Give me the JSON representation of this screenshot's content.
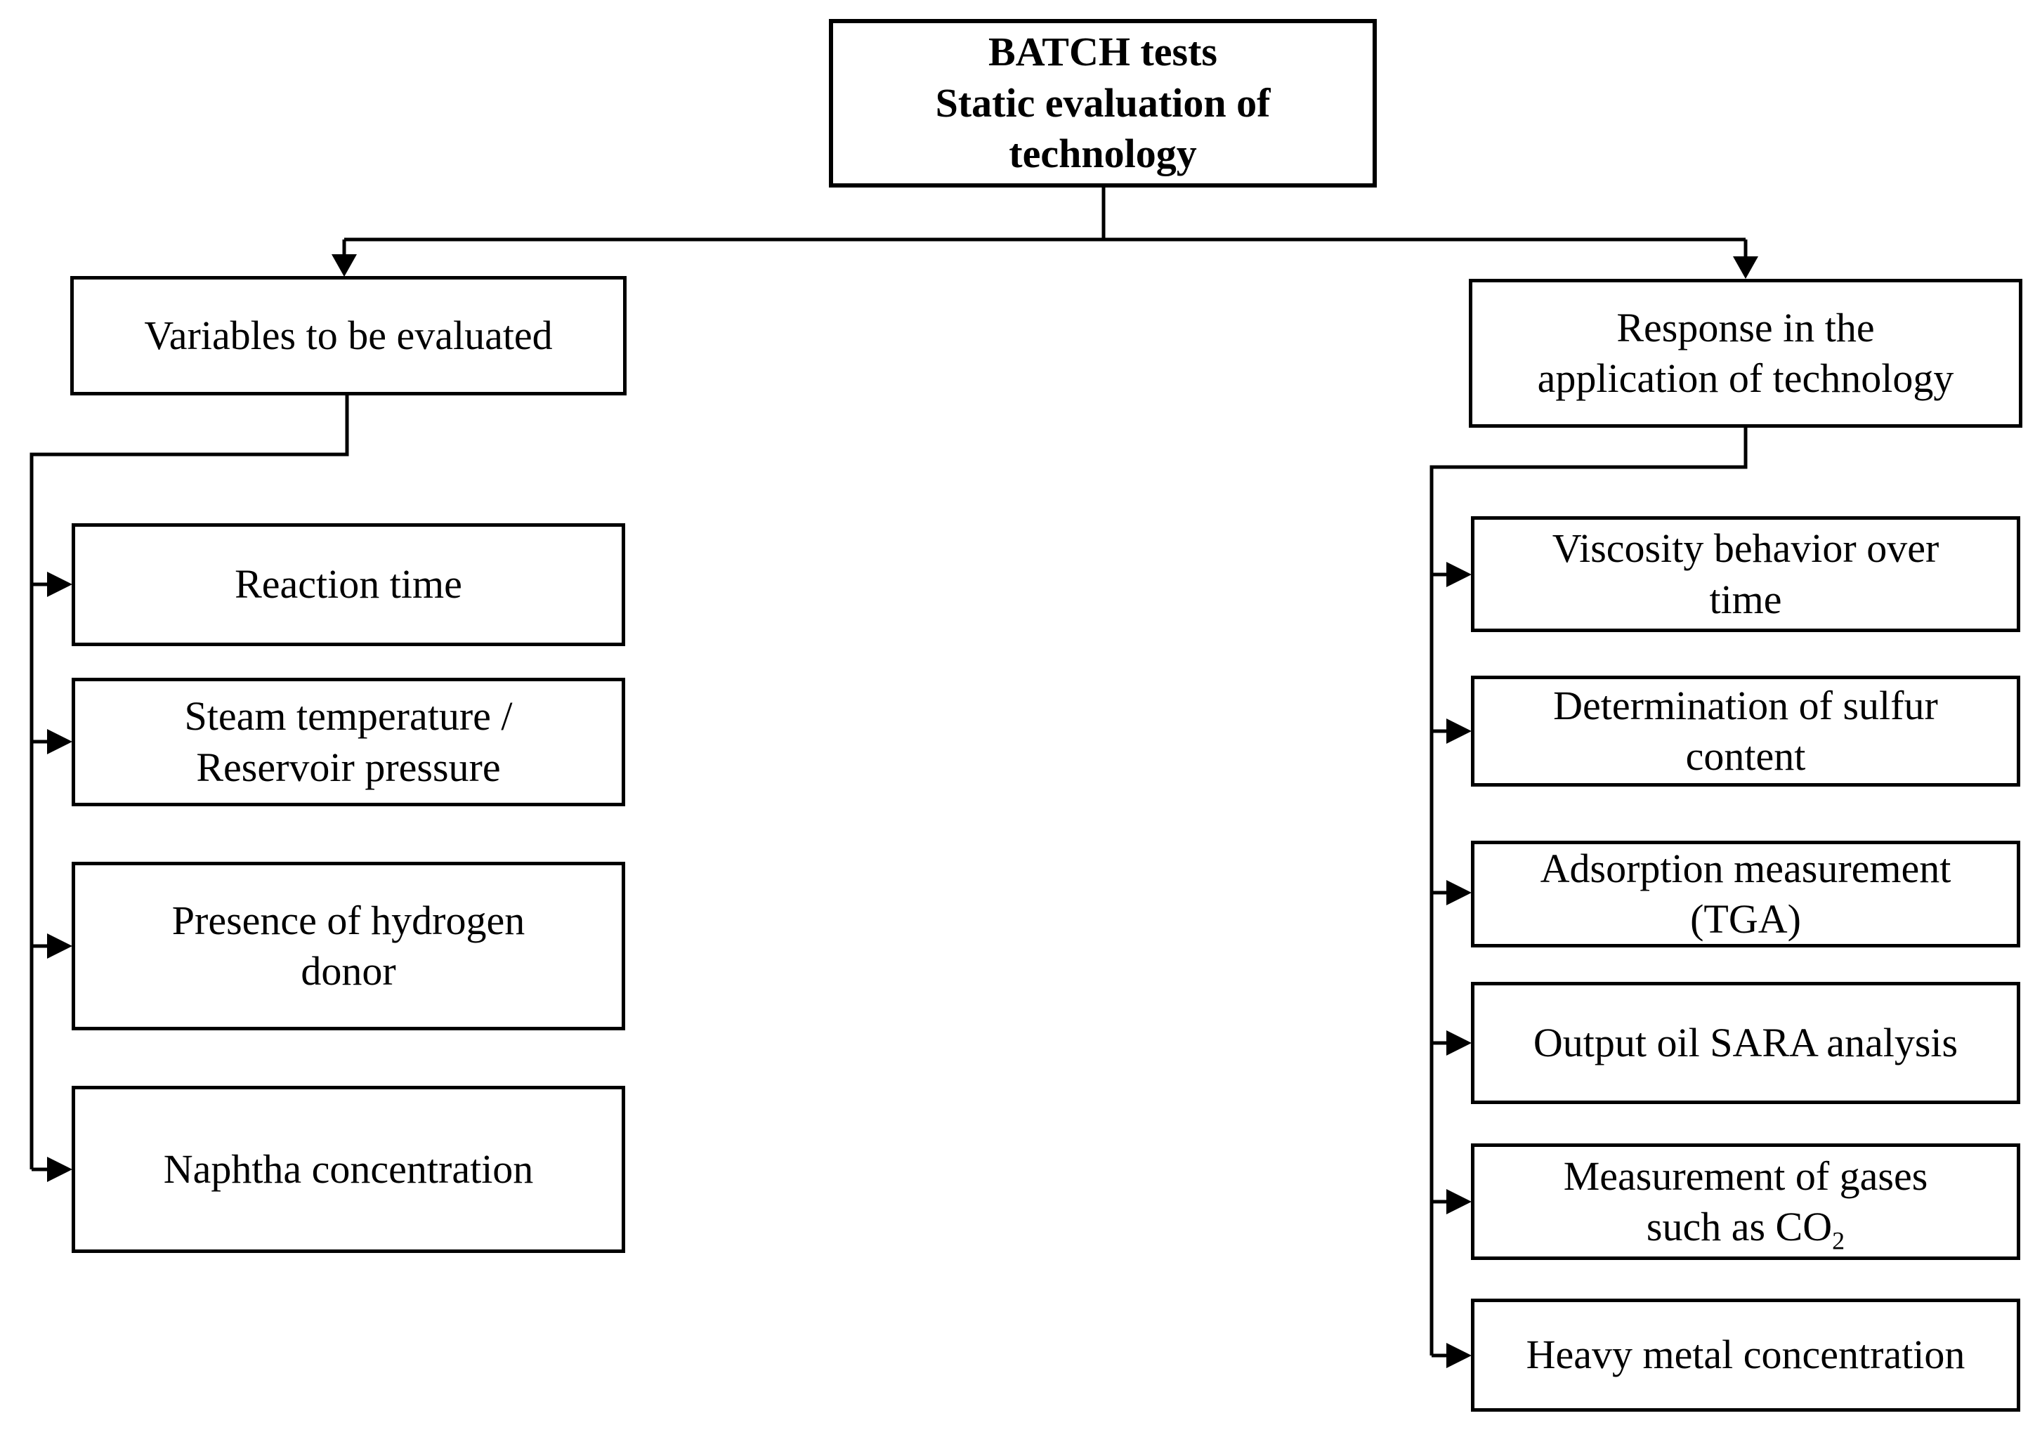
{
  "figure": {
    "colors": {
      "line": "#000000",
      "box_border": "#000000",
      "box_fill": "#ffffff",
      "background": "#ffffff",
      "text": "#000000"
    },
    "root": {
      "lines": [
        "BATCH tests",
        "Static evaluation of",
        "technology"
      ]
    },
    "left": {
      "header": {
        "lines": [
          "Variables to be evaluated"
        ]
      },
      "items": [
        {
          "lines": [
            "Reaction time"
          ]
        },
        {
          "lines": [
            "Steam temperature /",
            "Reservoir pressure"
          ]
        },
        {
          "lines": [
            "Presence of hydrogen",
            "donor"
          ]
        },
        {
          "lines": [
            "Naphtha concentration"
          ]
        }
      ]
    },
    "right": {
      "header": {
        "lines": [
          "Response in the",
          "application of technology"
        ]
      },
      "items": [
        {
          "lines": [
            "Viscosity behavior over",
            "time"
          ]
        },
        {
          "lines": [
            "Determination of sulfur",
            "content"
          ]
        },
        {
          "lines": [
            "Adsorption measurement",
            "(TGA)"
          ]
        },
        {
          "lines": [
            "Output oil SARA analysis"
          ]
        },
        {
          "lines": [
            "Measurement of gases"
          ],
          "line2": {
            "text": "such as CO",
            "sub": "2"
          }
        },
        {
          "lines": [
            "Heavy metal concentration"
          ]
        }
      ]
    }
  }
}
